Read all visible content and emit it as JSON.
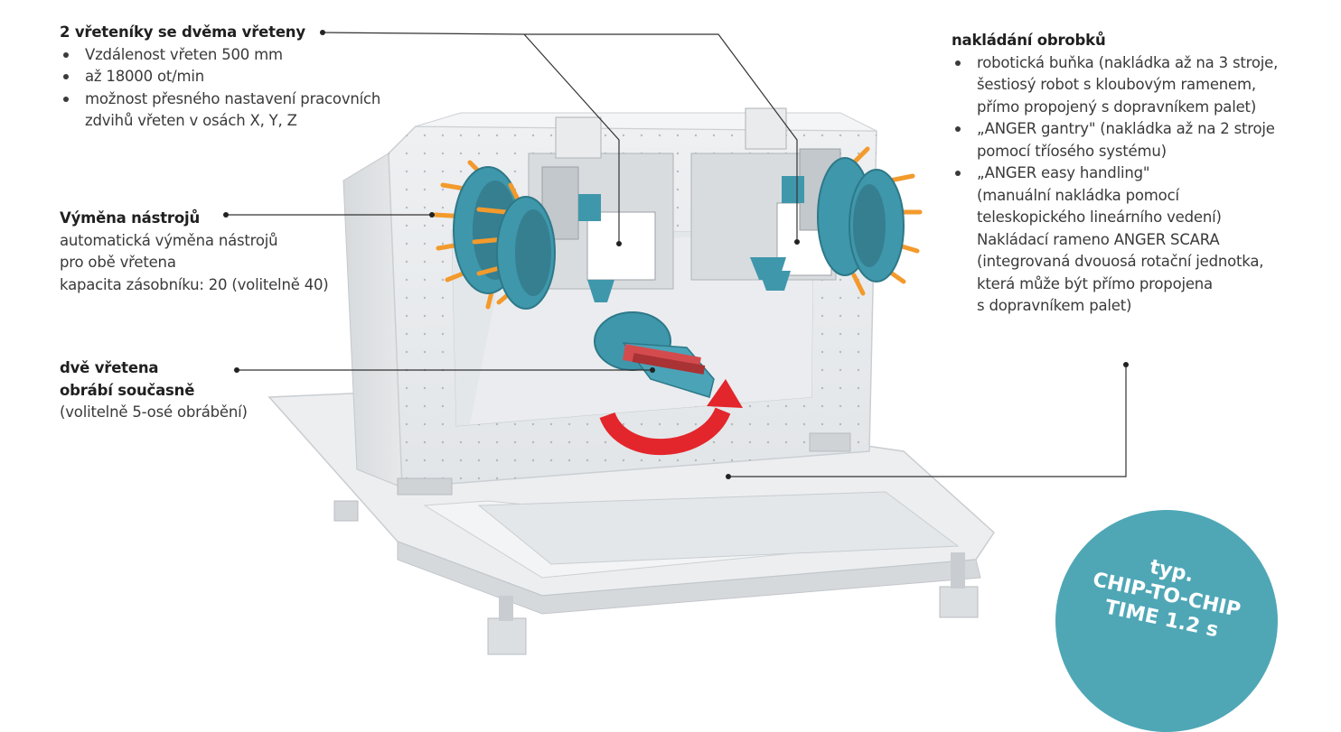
{
  "spindles": {
    "title": "2 vřeteníky se dvěma vřeteny",
    "bullets": [
      "Vzdálenost vřeten 500 mm",
      "až 18000 ot/min",
      "možnost přesného nastavení pracovních",
      "zdvihů vřeten v osách X, Y, Z"
    ]
  },
  "tools": {
    "title": "Výměna nástrojů",
    "lines": [
      "automatická výměna nástrojů",
      "pro obě vřetena",
      "kapacita zásobníku: 20 (volitelně 40)"
    ]
  },
  "simultaneous": {
    "title_line1": "dvě vřetena",
    "title_line2": "obrábí současně",
    "note": "(volitelně 5-osé obrábění)"
  },
  "loading": {
    "title": "nakládání obrobků",
    "items": [
      [
        "robotická buňka (nakládka až na 3 stroje,",
        "šestiosý robot s kloubovým ramenem,",
        "přímo propojený s dopravníkem palet)"
      ],
      [
        "„ANGER gantry\" (nakládka až na 2 stroje",
        "pomocí tříosého systému)"
      ],
      [
        "„ANGER easy handling\"",
        "(manuální nakládka pomocí",
        "teleskopického lineárního vedení)",
        "Nakládací rameno ANGER SCARA",
        "(integrovaná dvouosá rotační jednotka,",
        "která může být přímo propojena",
        "s dopravníkem palet)"
      ]
    ]
  },
  "badge": {
    "line1": "typ.",
    "line2": "CHIP-TO-CHIP",
    "line3": "TIME 1.2 s"
  },
  "colors": {
    "frame": "#e8eaec",
    "turret": "#3f97ab",
    "tool": "#f39a2c",
    "arrow": "#e3262b",
    "badge": "#4fa7b6"
  }
}
